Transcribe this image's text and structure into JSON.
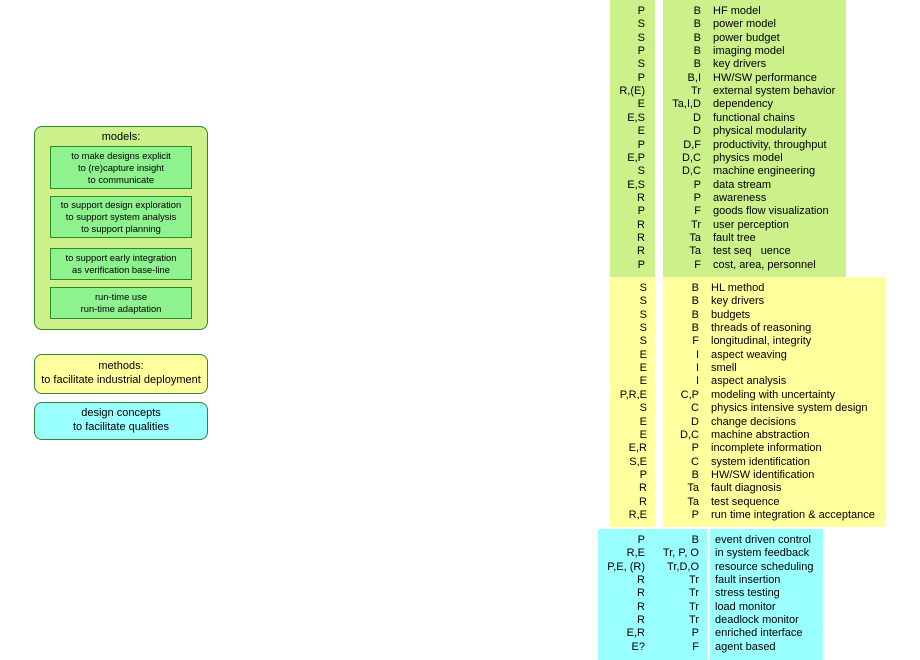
{
  "left_panel": {
    "models_title": "models:",
    "models_items": [
      [
        "to make designs explicit",
        "to (re)capture insight",
        "to communicate"
      ],
      [
        "to support design exploration",
        "to support system analysis",
        "to support planning"
      ],
      [
        "to support early integration",
        "as verification base-line"
      ],
      [
        "run-time use",
        "run-time adaptation"
      ]
    ],
    "methods": [
      "methods:",
      "to facilitate industrial deployment"
    ],
    "concepts": [
      "design concepts",
      "to facilitate qualities"
    ]
  },
  "colors": {
    "green_light": "#ccf08a",
    "green_sub": "#8ef28e",
    "yellow": "#ffff9d",
    "cyan": "#99ffff"
  },
  "tables": [
    {
      "name": "green",
      "rows": [
        [
          "P",
          "B",
          "HF model"
        ],
        [
          "S",
          "B",
          "power model"
        ],
        [
          "S",
          "B",
          "power budget"
        ],
        [
          "P",
          "B",
          "imaging model"
        ],
        [
          "S",
          "B",
          "key drivers"
        ],
        [
          "P",
          "B,I",
          "HW/SW performance"
        ],
        [
          "R,(E)",
          "Tr",
          "external system behavior"
        ],
        [
          "E",
          "Ta,I,D",
          "dependency"
        ],
        [
          "E,S",
          "D",
          "functional chains"
        ],
        [
          "E",
          "D",
          "physical modularity"
        ],
        [
          "P",
          "D,F",
          "productivity, throughput"
        ],
        [
          "E,P",
          "D,C",
          "physics model"
        ],
        [
          "S",
          "D,C",
          "machine engineering"
        ],
        [
          "E,S",
          "P",
          "data stream"
        ],
        [
          "R",
          "P",
          "awareness"
        ],
        [
          "P",
          "F",
          "goods flow visualization"
        ],
        [
          "R",
          "Tr",
          "user perception"
        ],
        [
          "R",
          "Ta",
          "fault tree"
        ],
        [
          "R",
          "Ta",
          "test seq   uence"
        ],
        [
          "P",
          "F",
          "cost, area, personnel"
        ]
      ]
    },
    {
      "name": "yellow",
      "rows": [
        [
          "S",
          "B",
          "HL method"
        ],
        [
          "S",
          "B",
          "key drivers"
        ],
        [
          "S",
          "B",
          "budgets"
        ],
        [
          "S",
          "B",
          "threads of reasoning"
        ],
        [
          "S",
          "F",
          "longitudinal, integrity"
        ],
        [
          "E",
          "I",
          "aspect weaving"
        ],
        [
          "E",
          "I",
          "smell"
        ],
        [
          "E",
          "I",
          "aspect analysis"
        ],
        [
          "P,R,E",
          "C,P",
          "modeling with uncertainty"
        ],
        [
          "S",
          "C",
          "physics intensive system design"
        ],
        [
          "E",
          "D",
          "change decisions"
        ],
        [
          "E",
          "D,C",
          "machine abstraction"
        ],
        [
          "E,R",
          "P",
          "incomplete information"
        ],
        [
          "S,E",
          "C",
          "system identification"
        ],
        [
          "P",
          "B",
          "HW/SW identification"
        ],
        [
          "R",
          "Ta",
          "fault diagnosis"
        ],
        [
          "R",
          "Ta",
          "test sequence"
        ],
        [
          "R,E",
          "P",
          "run time integration & acceptance"
        ]
      ]
    },
    {
      "name": "cyan",
      "rows": [
        [
          "P",
          "B",
          "event driven control"
        ],
        [
          "R,E",
          "Tr, P, O",
          "in system feedback"
        ],
        [
          "P,E, (R)",
          "Tr,D,O",
          "resource scheduling"
        ],
        [
          "R",
          "Tr",
          "fault insertion"
        ],
        [
          "R",
          "Tr",
          "stress testing"
        ],
        [
          "R",
          "Tr",
          "load monitor"
        ],
        [
          "R",
          "Tr",
          "deadlock monitor"
        ],
        [
          "E,R",
          "P",
          "enriched interface"
        ],
        [
          "E?",
          "F",
          "agent based"
        ]
      ]
    }
  ]
}
